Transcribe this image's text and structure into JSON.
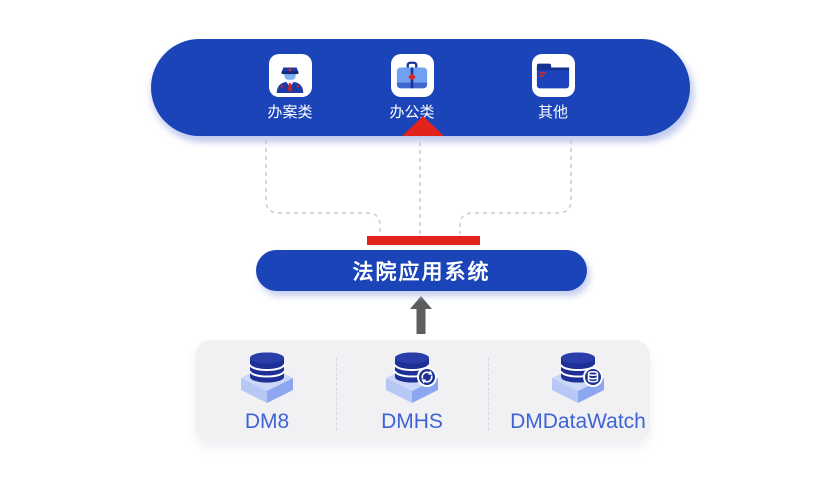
{
  "diagram": {
    "app_layer": {
      "items": [
        {
          "label": "办案类",
          "icon": "officer-icon"
        },
        {
          "label": "办公类",
          "icon": "briefcase-icon"
        },
        {
          "label": "其他",
          "icon": "folder-icon"
        }
      ]
    },
    "system_box": {
      "title": "法院应用系统"
    },
    "data_layer": {
      "items": [
        {
          "label": "DM8",
          "icon": "database-icon"
        },
        {
          "label": "DMHS",
          "icon": "database-sync-icon"
        },
        {
          "label": "DMDataWatch",
          "icon": "database-watch-icon"
        }
      ]
    },
    "colors": {
      "primary_blue": "#1A44B8",
      "accent_red": "#E2231B",
      "arrow_gray": "#5D5D5F",
      "panel_gray": "#F1F1F4",
      "label_blue": "#3E63D7",
      "connector_gray": "#C9CBD4"
    }
  }
}
